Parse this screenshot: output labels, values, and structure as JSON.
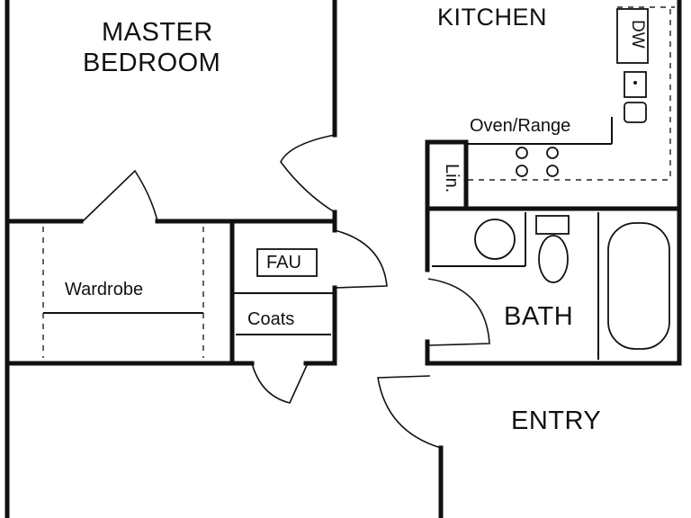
{
  "rooms": {
    "master_bedroom_line1": "MASTER",
    "master_bedroom_line2": "BEDROOM",
    "kitchen": "KITCHEN",
    "bath": "BATH",
    "entry": "ENTRY"
  },
  "fixtures": {
    "oven_range": "Oven/Range",
    "dishwasher": "DW",
    "linen": "Lin.",
    "fau": "FAU",
    "coats": "Coats",
    "wardrobe": "Wardrobe"
  }
}
